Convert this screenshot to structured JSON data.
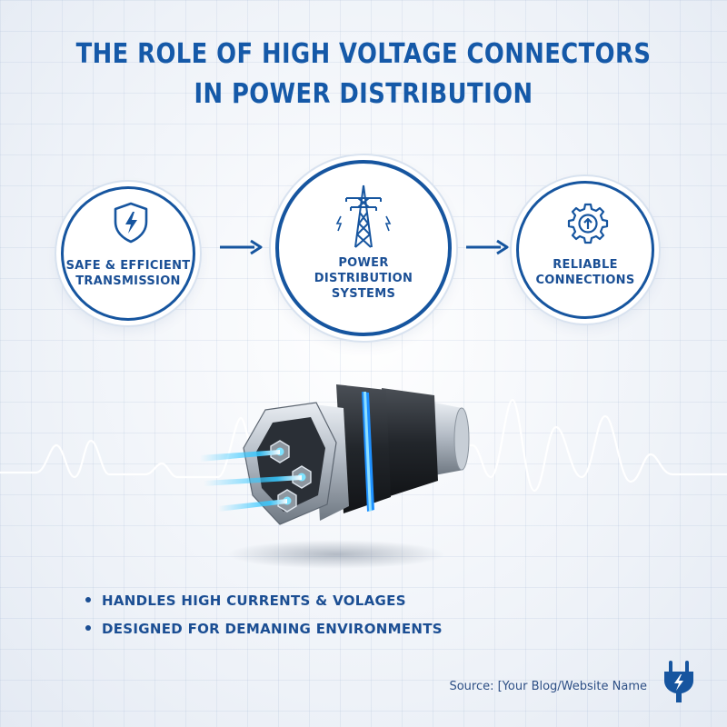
{
  "title": {
    "line1": "THE ROLE OF HIGH VOLTAGE CONNECTORS",
    "line2": "IN POWER DISTRIBUTION"
  },
  "flow": {
    "nodes": [
      {
        "lines": [
          "SAFE & EFFICIENT",
          "TRANSMISSION"
        ],
        "icon": "shield-lightning-icon"
      },
      {
        "lines": [
          "POWER",
          "DISTRIBUTION",
          "SYSTEMS"
        ],
        "icon": "transmission-tower-icon"
      },
      {
        "lines": [
          "RELIABLE",
          "CONNECTIONS"
        ],
        "icon": "gear-arrow-icon"
      }
    ],
    "arrows": [
      "arrow-right-icon",
      "arrow-right-icon"
    ]
  },
  "illustration": {
    "subject": "connector-illustration",
    "background": "waveform"
  },
  "bullets": [
    "HANDLES HIGH CURRENTS & VOLAGES",
    "DESIGNED FOR DEMANING ENVIRONMENTS"
  ],
  "footer": {
    "source": "Source: [Your Blog/Website Name",
    "icon": "plug-lightning-icon"
  },
  "colors": {
    "primary": "#1559a8",
    "dark_blue": "#16559f",
    "glow": "#38c8ff",
    "background": "#eef2f8"
  }
}
